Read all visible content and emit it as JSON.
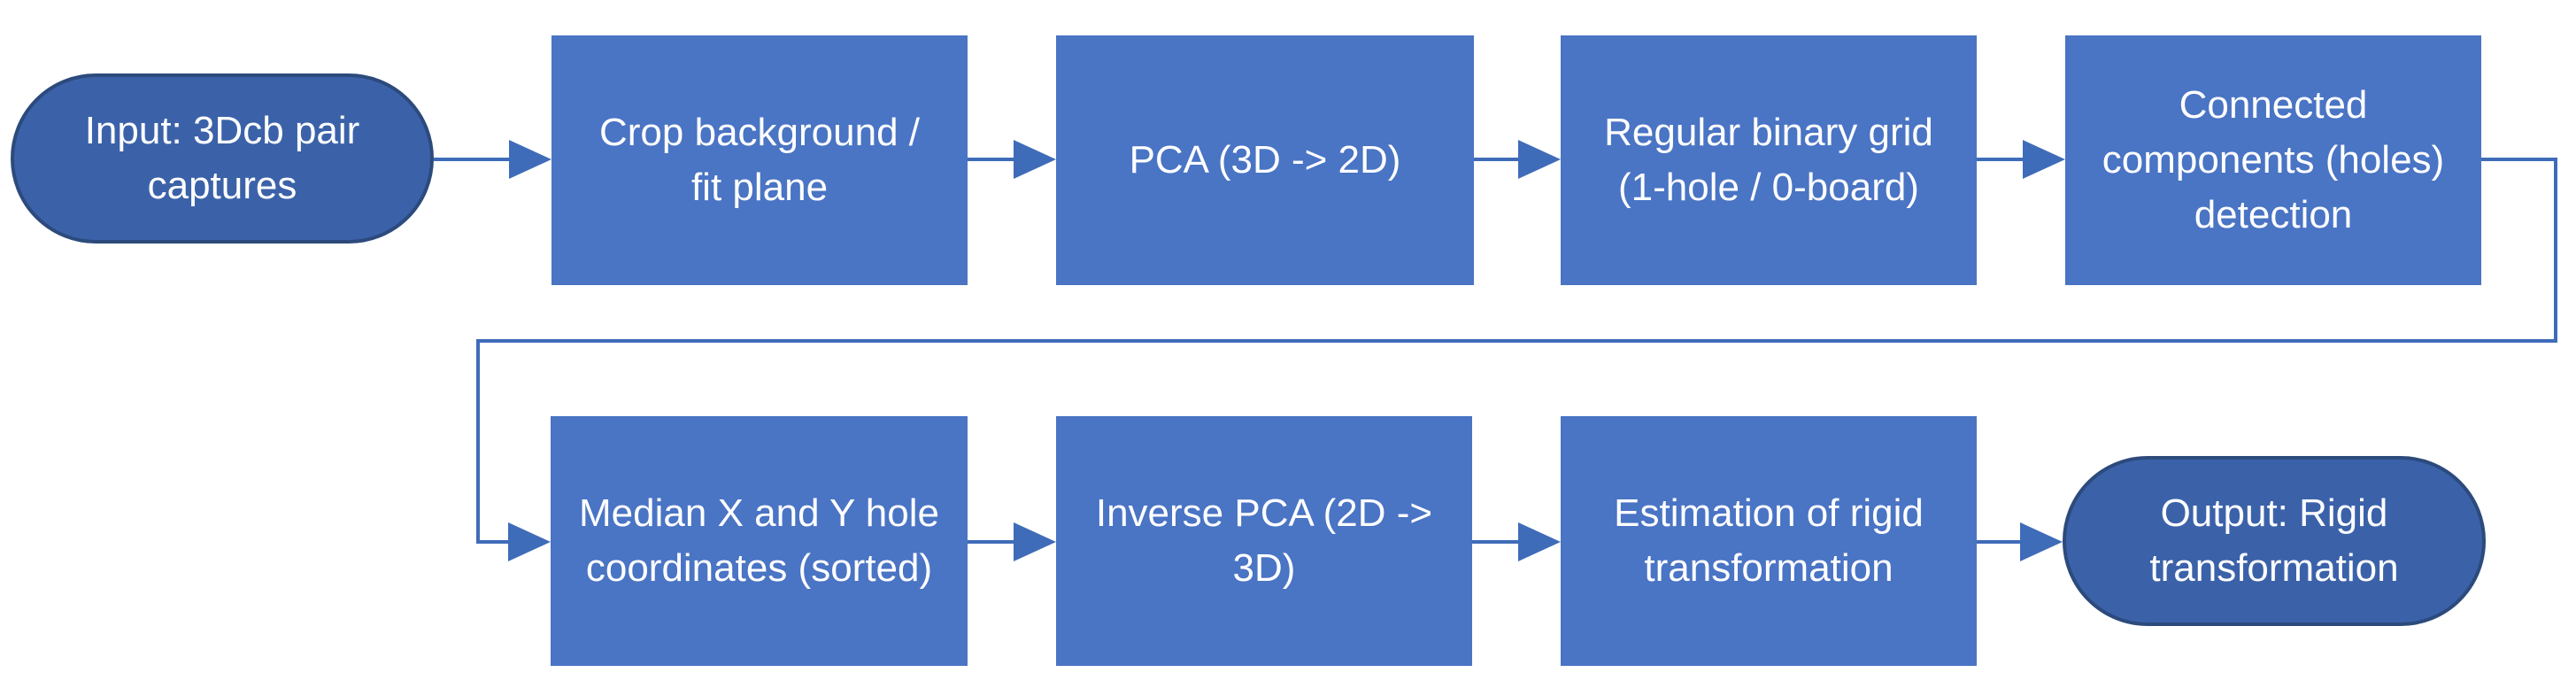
{
  "diagram": {
    "type": "flowchart",
    "background": "#ffffff",
    "colors": {
      "process_fill": "#4A74C4",
      "terminator_fill": "#3B62A9",
      "terminator_border": "#2C4A7C",
      "connector": "#3F6CB9",
      "text": "#ffffff"
    },
    "nodes": [
      {
        "id": "input",
        "type": "terminator",
        "label": "Input: 3Dcb pair\ncaptures"
      },
      {
        "id": "crop",
        "type": "process",
        "label": "Crop background /\nfit plane"
      },
      {
        "id": "pca",
        "type": "process",
        "label": "PCA (3D -> 2D)"
      },
      {
        "id": "grid",
        "type": "process",
        "label": "Regular binary grid\n(1-hole / 0-board)"
      },
      {
        "id": "cc",
        "type": "process",
        "label": "Connected\ncomponents (holes)\ndetection"
      },
      {
        "id": "median",
        "type": "process",
        "label": "Median X and Y hole\ncoordinates (sorted)"
      },
      {
        "id": "ipca",
        "type": "process",
        "label": "Inverse PCA (2D ->\n3D)"
      },
      {
        "id": "estim",
        "type": "process",
        "label": "Estimation of rigid\ntransformation"
      },
      {
        "id": "output",
        "type": "terminator",
        "label": "Output: Rigid\ntransformation"
      }
    ],
    "edges": [
      {
        "from": "input",
        "to": "crop",
        "routing": "straight"
      },
      {
        "from": "crop",
        "to": "pca",
        "routing": "straight"
      },
      {
        "from": "pca",
        "to": "grid",
        "routing": "straight"
      },
      {
        "from": "grid",
        "to": "cc",
        "routing": "straight"
      },
      {
        "from": "cc",
        "to": "median",
        "routing": "elbow-right-down-left-down"
      },
      {
        "from": "median",
        "to": "ipca",
        "routing": "straight"
      },
      {
        "from": "ipca",
        "to": "estim",
        "routing": "straight"
      },
      {
        "from": "estim",
        "to": "output",
        "routing": "straight"
      }
    ]
  }
}
